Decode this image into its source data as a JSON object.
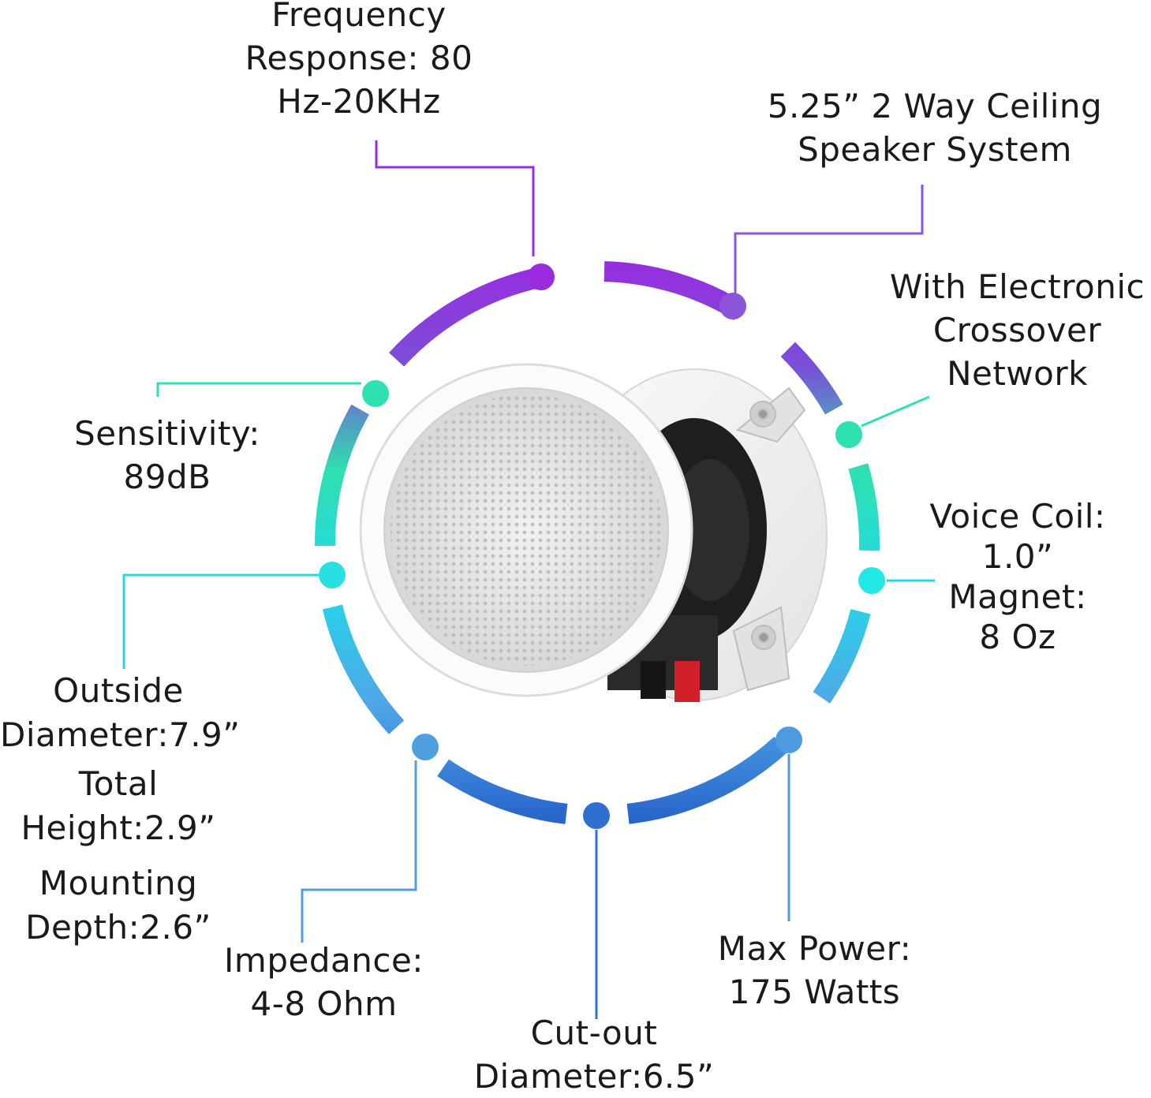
{
  "colors": {
    "purple": "#9A2BE0",
    "violet": "#8A55D8",
    "teal": "#2FE0B0",
    "cyan": "#22D8E8",
    "sky": "#4FA8E8",
    "blue": "#2E6FD0"
  },
  "product": {
    "name": "5.25” 2 Way Ceiling Speaker System",
    "image_icon": "ceiling-speaker-photo",
    "terminal_colors": [
      "#1a1a1a",
      "#d0202a"
    ]
  },
  "specs": {
    "frequency": {
      "lines": [
        "Frequency",
        "Response: 80",
        "Hz-20KHz"
      ]
    },
    "system": {
      "lines": [
        "5.25” 2 Way Ceiling",
        "Speaker System"
      ]
    },
    "crossover": {
      "lines": [
        "With Electronic",
        "Crossover",
        "Network"
      ]
    },
    "voice_coil": {
      "lines": [
        "Voice Coil:",
        "1.0”",
        "Magnet:",
        "8 Oz"
      ]
    },
    "max_power": {
      "lines": [
        "Max Power:",
        "175 Watts"
      ]
    },
    "cutout": {
      "lines": [
        "Cut-out",
        "Diameter:6.5”"
      ]
    },
    "impedance": {
      "lines": [
        "Impedance:",
        "4-8 Ohm"
      ]
    },
    "dimensions": {
      "lines": [
        "Outside",
        "Diameter:7.9”",
        "Total",
        "Height:2.9”",
        "Mounting",
        "Depth:2.6”"
      ]
    },
    "sensitivity": {
      "lines": [
        "Sensitivity:",
        "89dB"
      ]
    }
  }
}
